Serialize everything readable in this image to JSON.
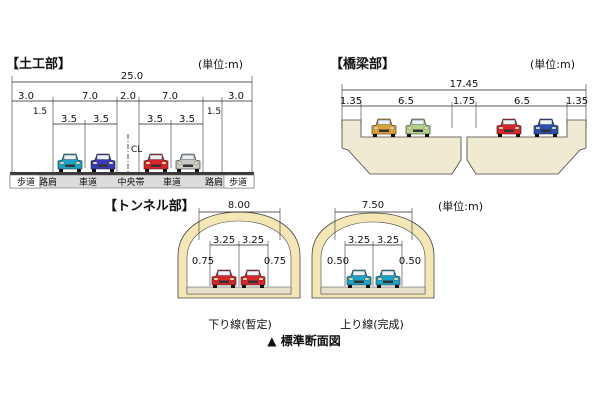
{
  "earthwork": {
    "title": "【土工部】",
    "unit": "(単位:m)",
    "total_width": "25.0",
    "dims": [
      "3.0",
      "7.0",
      "2.0",
      "7.0",
      "3.0"
    ],
    "shoulder_left": "1.5",
    "shoulder_right": "1.5",
    "lanes": [
      "3.5",
      "3.5",
      "3.5",
      "3.5"
    ],
    "center_mark": "CL",
    "labels": [
      "歩道",
      "路肩",
      "車道",
      "中央帯",
      "車道",
      "路肩",
      "歩道"
    ]
  },
  "bridge": {
    "title": "【橋梁部】",
    "unit": "(単位:m)",
    "total_width": "17.45",
    "dims": [
      "1.35",
      "6.5",
      "1.75",
      "6.5",
      "1.35"
    ]
  },
  "tunnel": {
    "title": "【トンネル部】",
    "unit": "(単位:m)",
    "down": {
      "width": "8.00",
      "lanes": [
        "3.25",
        "3.25"
      ],
      "side_left": "0.75",
      "side_right": "0.75",
      "caption": "下り線(暫定)"
    },
    "up": {
      "width": "7.50",
      "lanes": [
        "3.25",
        "3.25"
      ],
      "side_left": "0.50",
      "side_right": "0.50",
      "caption": "上り線(完成)"
    }
  },
  "figure_caption": "▲ 標準断面図",
  "colors": {
    "teal_car": "#1fa3c4",
    "purple_car": "#3a3ab8",
    "red_car": "#d8262a",
    "silver_car": "#c9c9c9",
    "yellow_car": "#e0a23a",
    "green_car": "#b4d28a",
    "blue_car": "#2a4fb0",
    "deck": "#f0ead2",
    "ground": "#3a3a3a",
    "tunnel_ring": "#f4e7b5"
  }
}
